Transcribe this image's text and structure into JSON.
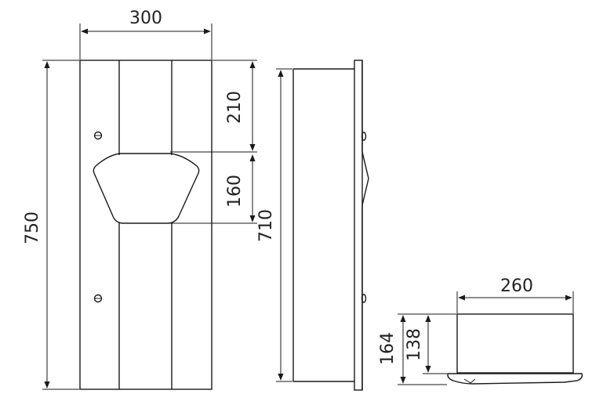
{
  "dimensions": {
    "front_width": "300",
    "front_height": "750",
    "upper_section": "210",
    "opening_height": "160",
    "side_height": "710",
    "bottom_width": "260",
    "bottom_total_depth": "164",
    "bottom_body_depth": "138"
  },
  "colors": {
    "line": "#1a1a1a",
    "background": "#ffffff"
  }
}
